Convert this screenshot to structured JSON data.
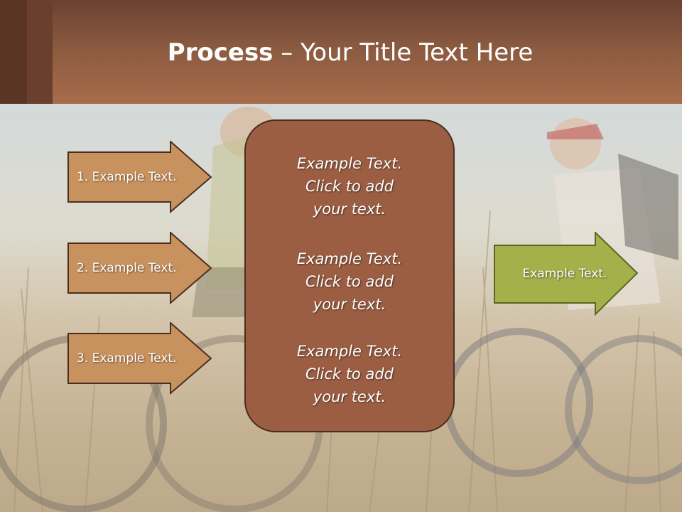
{
  "title": {
    "bold": "Process",
    "rest": " – Your Title Text Here"
  },
  "left_arrows": [
    {
      "label": "1. Example Text."
    },
    {
      "label": "2. Example Text."
    },
    {
      "label": "3. Example Text."
    }
  ],
  "center_blocks": [
    {
      "line1": "Example Text.",
      "line2": "Click  to add",
      "line3": "your text."
    },
    {
      "line1": "Example Text.",
      "line2": "Click  to add",
      "line3": "your text."
    },
    {
      "line1": "Example Text.",
      "line2": "Click  to add",
      "line3": "your text."
    }
  ],
  "right_arrow": {
    "label": "Example Text."
  },
  "colors": {
    "arrow_tan": "#c8925e",
    "arrow_green": "#a4b04a",
    "box_brown": "#9b5e42",
    "header": "#8a5a40"
  }
}
